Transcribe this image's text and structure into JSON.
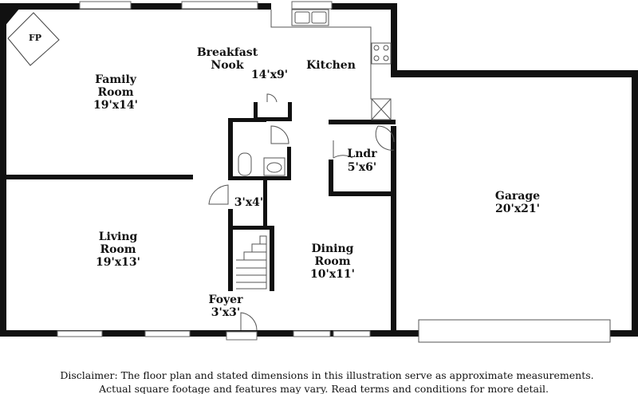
{
  "rooms": {
    "fp": "FP",
    "breakfast_line1": "Breakfast",
    "breakfast_line2": "Nook",
    "breakfast_dim": "14'x9'",
    "kitchen": "Kitchen",
    "family_line1": "Family",
    "family_line2": "Room",
    "family_dim": "19'x14'",
    "laundry": "Lndr",
    "laundry_dim": "5'x6'",
    "closet_dim": "3'x4'",
    "garage": "Garage",
    "garage_dim": "20'x21'",
    "living_line1": "Living",
    "living_line2": "Room",
    "living_dim": "19'x13'",
    "dining_line1": "Dining",
    "dining_line2": "Room",
    "dining_dim": "10'x11'",
    "foyer": "Foyer",
    "foyer_dim": "3'x3'"
  },
  "disclaimer": {
    "line1": "Disclaimer: The floor plan and stated dimensions in this illustration serve as approximate measurements.",
    "line2": "Actual square footage and features may vary. Read terms and conditions for more detail."
  }
}
